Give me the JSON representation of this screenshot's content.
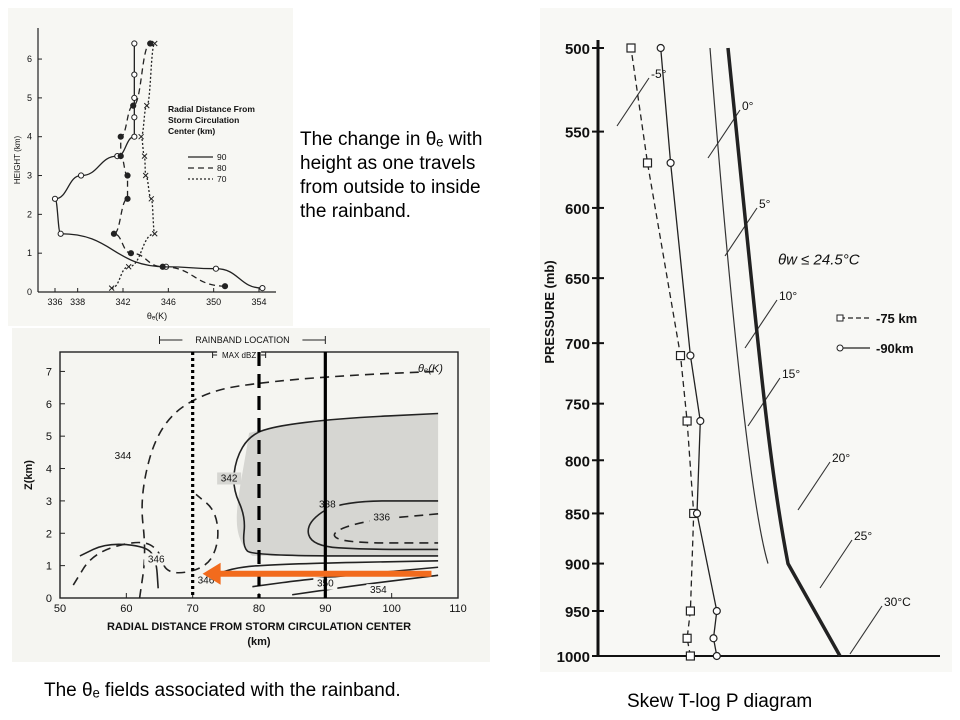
{
  "captions": {
    "top_note_lines": [
      "The change in θₑ with",
      "height as one travels",
      "from outside to inside",
      "the rainband."
    ],
    "bottom_left": "The θₑ fields associated with the rainband.",
    "right": "Skew T-log P diagram"
  },
  "chart_data": [
    {
      "id": "profile",
      "type": "line",
      "xlabel": "θₑ(K)",
      "ylabel": "HEIGHT (km)",
      "xticks": [
        336,
        338,
        342,
        346,
        350,
        354
      ],
      "yticks": [
        0,
        1,
        2,
        3,
        4,
        5,
        6
      ],
      "xlim": [
        334.5,
        355.5
      ],
      "ylim": [
        0,
        6.8
      ],
      "legend_title": [
        "Radial Distance From",
        "Storm Circulation",
        "Center (km)"
      ],
      "series": [
        {
          "name": "90",
          "style": "solid-open-circle",
          "x": [
            354.3,
            350.2,
            345.8,
            336.5,
            336.0,
            338.3,
            341.5,
            343.0,
            343.0,
            343.0,
            343.0,
            343.0
          ],
          "y": [
            0.1,
            0.6,
            0.65,
            1.5,
            2.4,
            3.0,
            3.5,
            4.0,
            4.5,
            5.0,
            5.6,
            6.4
          ]
        },
        {
          "name": "80",
          "style": "dashed-filled-circle",
          "x": [
            351.0,
            345.5,
            342.7,
            341.2,
            342.4,
            342.4,
            341.8,
            341.8,
            342.9,
            344.4
          ],
          "y": [
            0.15,
            0.65,
            1.0,
            1.5,
            2.4,
            3.0,
            3.5,
            4.0,
            4.8,
            6.4
          ]
        },
        {
          "name": "70",
          "style": "dotted-cross",
          "x": [
            341.0,
            342.5,
            344.8,
            344.5,
            344.0,
            343.9,
            343.6,
            344.1,
            344.8
          ],
          "y": [
            0.1,
            0.65,
            1.5,
            2.4,
            3.0,
            3.5,
            4.0,
            4.8,
            6.4
          ]
        }
      ]
    },
    {
      "id": "cross_section",
      "type": "line",
      "title": "θₑ(K)",
      "xlabel": "RADIAL DISTANCE FROM STORM CIRCULATION CENTER",
      "xlabel2": "(km)",
      "ylabel": "Z(km)",
      "xticks": [
        50,
        60,
        70,
        80,
        90,
        100,
        110
      ],
      "yticks": [
        0,
        1,
        2,
        3,
        4,
        5,
        6,
        7
      ],
      "xlim": [
        50,
        110
      ],
      "ylim": [
        0,
        7.6
      ],
      "band_label": "RAINBAND LOCATION",
      "band_range": [
        65,
        90
      ],
      "maxdbz_label": "MAX dBZ",
      "maxdbz_range": [
        73,
        81
      ],
      "contour_labels": [
        {
          "text": "344",
          "x": 59.5,
          "y": 4.3
        },
        {
          "text": "342",
          "x": 75.5,
          "y": 3.6
        },
        {
          "text": "338",
          "x": 90.3,
          "y": 2.8
        },
        {
          "text": "336",
          "x": 98.5,
          "y": 2.4
        },
        {
          "text": "346",
          "x": 64.5,
          "y": 1.1
        },
        {
          "text": "346",
          "x": 72.0,
          "y": 0.45
        },
        {
          "text": "350",
          "x": 90.0,
          "y": 0.35
        },
        {
          "text": "354",
          "x": 98.0,
          "y": 0.15
        }
      ],
      "vertical_markers": [
        {
          "x": 70,
          "style": "dotted"
        },
        {
          "x": 80,
          "style": "dashed"
        },
        {
          "x": 90,
          "style": "solid"
        }
      ],
      "arrow": {
        "from_x": 106,
        "to_x": 71.5,
        "z": 0.75,
        "color": "#f26b1d"
      },
      "shaded_region": "θe ≤ 342 K"
    },
    {
      "id": "skewt",
      "type": "line",
      "ylabel": "PRESSURE (mb)",
      "yticks": [
        500,
        550,
        600,
        650,
        700,
        750,
        800,
        850,
        900,
        950,
        1000
      ],
      "isotherm_labels": [
        "-5°",
        "0°",
        "5°",
        "10°",
        "15°",
        "20°",
        "25°",
        "30°C"
      ],
      "moist_adiabat_label": "θw ≤ 24.5°C",
      "series": [
        {
          "name": "-75 km",
          "style": "dashed-open-square",
          "p": [
            1000,
            980,
            950,
            850,
            765,
            710,
            570,
            500
          ],
          "x_rel": [
            0.28,
            0.27,
            0.28,
            0.29,
            0.27,
            0.25,
            0.15,
            0.1
          ]
        },
        {
          "name": "-90km",
          "style": "solid-open-circle",
          "p": [
            1000,
            980,
            950,
            850,
            765,
            710,
            570,
            500
          ],
          "x_rel": [
            0.36,
            0.35,
            0.36,
            0.3,
            0.31,
            0.28,
            0.22,
            0.19
          ]
        }
      ]
    }
  ]
}
